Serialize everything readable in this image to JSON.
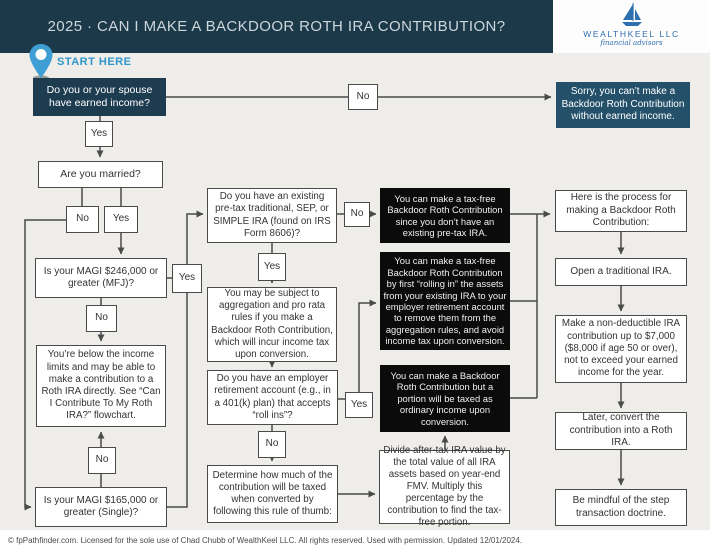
{
  "header": {
    "title": "2025 · CAN I MAKE A BACKDOOR ROTH IRA CONTRIBUTION?",
    "logo_name": "WEALTHKEEL LLC",
    "logo_tagline": "financial advisors"
  },
  "start_label": "START HERE",
  "nodes": {
    "earned_q": "Do you or your spouse have earned income?",
    "no_earned": "No",
    "sorry": "Sorry, you can’t make a Backdoor Roth Contribution without earned income.",
    "yes_earned": "Yes",
    "married_q": "Are you married?",
    "married_no": "No",
    "married_yes": "Yes",
    "magi_mfj_q": "Is your MAGI $246,000 or greater (MFJ)?",
    "magi_yes": "Yes",
    "mfj_no": "No",
    "below_limits": "You’re below the income limits and may be able to make a contribution to a Roth IRA directly. See “Can I Contribute To My Roth IRA?” flowchart.",
    "single_no": "No",
    "magi_single_q": "Is your MAGI $165,000 or greater (Single)?",
    "pretax_q": "Do you have an existing pre-tax traditional, SEP, or SIMPLE IRA (found on IRS Form 8606)?",
    "pretax_yes": "Yes",
    "pretax_no": "No",
    "aggregation": "You may be subject to aggregation and pro rata rules if you make a Backdoor Roth Contribution, which will incur income tax upon conversion.",
    "employer_q": "Do you have an employer retirement account (e.g., in a 401(k) plan) that accepts “roll ins”?",
    "employer_yes": "Yes",
    "employer_no": "No",
    "determine": "Determine how much of the contribution will be taxed when converted by following this rule of thumb:",
    "tax_free_no_pretax": "You can make a tax-free Backdoor Roth Contribution since you don’t have an existing pre-tax IRA.",
    "tax_free_roll_in": "You can make a tax-free Backdoor Roth Contribution by first “rolling in” the assets from your existing IRA to your employer retirement account to remove them from the aggregation rules, and avoid income tax upon conversion.",
    "portion_taxed": "You can make a Backdoor Roth Contribution but a portion will be taxed as ordinary income upon conversion.",
    "divide_rule": "Divide after-tax IRA value by the total value of all IRA assets based on year-end FMV. Multiply this percentage by the contribution to find the tax-free portion.",
    "process": "Here is the process for making a Backdoor Roth Contribution:",
    "open_ira": "Open a traditional IRA.",
    "make_contribution": "Make a non-deductible IRA contribution up to $7,000 ($8,000 if age 50 or over), not to exceed your earned income for the year.",
    "later_convert": "Later, convert the contribution into a Roth IRA.",
    "step_doctrine": "Be mindful of the step transaction doctrine."
  },
  "footer": {
    "text": "© fpPathfinder.com. Licensed for the sole use of Chad Chubb of WealthKeel LLC. All rights reserved. Used with permission. Updated 12/01/2024."
  },
  "colors": {
    "header_navy": "#1b3949",
    "dark_box": "#1e3c50",
    "sorry_box": "#24506a",
    "black_box": "#0b0b0b",
    "accent_blue": "#2f96cc",
    "logo_blue": "#2e6fb0",
    "line_gray": "#4a4a4a",
    "background": "#efedea"
  }
}
